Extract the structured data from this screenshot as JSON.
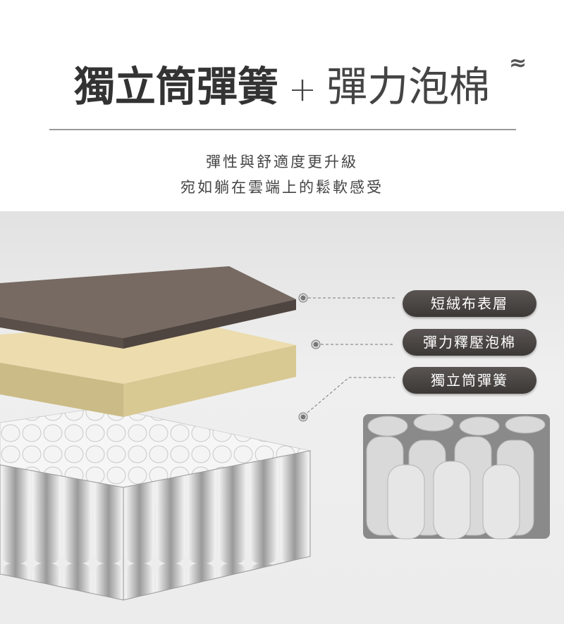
{
  "header": {
    "title_bold": "獨立筒彈簧",
    "title_plus": "+",
    "title_light": "彈力泡棉",
    "wave_icon": "≈"
  },
  "subtitle": {
    "line1": "彈性與舒適度更升級",
    "line2": "宛如躺在雲端上的鬆軟感受"
  },
  "labels": [
    {
      "text": "短絨布表層"
    },
    {
      "text": "彈力釋壓泡棉"
    },
    {
      "text": "獨立筒彈簧"
    }
  ],
  "colors": {
    "fabric": "#6e625b",
    "foam": "#e0cf9e",
    "pill": "#433e3c"
  }
}
